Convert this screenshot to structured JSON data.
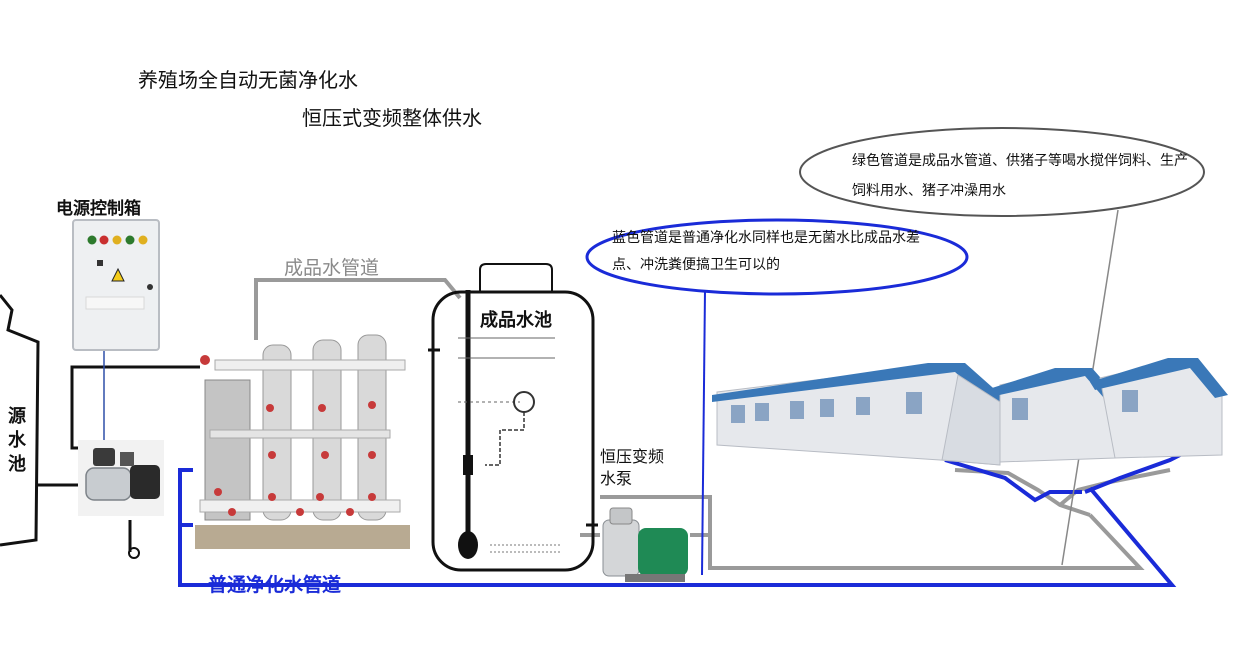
{
  "title": {
    "line1": "养殖场全自动无菌净化水",
    "line2": "恒压式变频整体供水"
  },
  "labels": {
    "control_box": "电源控制箱",
    "product_water_pipe": "成品水管道",
    "product_water_tank": "成品水池",
    "vfd_pump": "恒压变频水泵",
    "source_water_tank": "源水池",
    "normal_pipe": "普通净化水管道"
  },
  "notes": {
    "blue": "蓝色管道是普通净化水同样也是无菌水比成品水差点、冲洗粪便搞卫生可以的",
    "green": "绿色管道是成品水管道、供猪子等喝水搅伴饲料、生产饲料用水、猪子冲澡用水"
  },
  "colors": {
    "blue_pipe": "#1a2bd8",
    "grey_pipe": "#9a9a9a",
    "black_line": "#111111",
    "roof": "#3a78b8",
    "wall": "#e6e8ec"
  },
  "icons": [
    "warning-icon",
    "pump-icon",
    "float-valve-icon"
  ]
}
